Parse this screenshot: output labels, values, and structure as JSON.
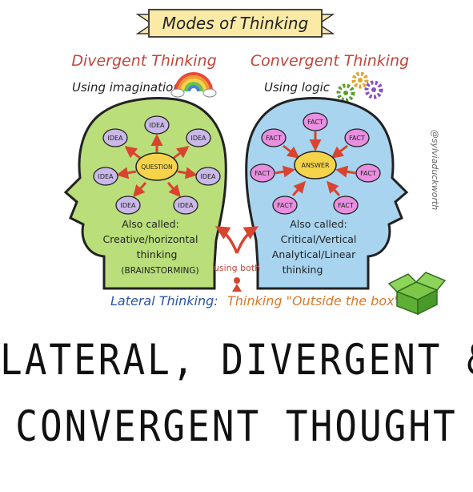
{
  "banner": {
    "title": "Modes of Thinking"
  },
  "divergent": {
    "title": "Divergent Thinking",
    "subtitle": "Using imagination",
    "center": "QUESTION",
    "node_label": "IDEA",
    "also_called": "Also called:",
    "desc_lines": [
      "Creative/horizontal",
      "thinking",
      "(BRAINSTORMING)"
    ],
    "head_color": "#b9de7a"
  },
  "convergent": {
    "title": "Convergent Thinking",
    "subtitle": "Using logic",
    "center": "ANSWER",
    "node_label": "FACT",
    "also_called": "Also called:",
    "desc_lines": [
      "Critical/Vertical",
      "Analytical/Linear",
      "thinking"
    ],
    "head_color": "#a8d4ef"
  },
  "using_both": "using both",
  "lateral": {
    "label": "Lateral Thinking:",
    "text": "Thinking \"Outside the box\""
  },
  "credit": "@sylviaduckworth",
  "caption": {
    "line1": "LATERAL, DIVERGENT &",
    "line2": "CONVERGENT THOUGHT"
  },
  "colors": {
    "title_red": "#c2453a",
    "lateral_blue": "#2d55a8",
    "lateral_orange": "#d8792a",
    "arrow_red": "#d9442f",
    "node_purple": "#c9b8e8",
    "fact_pink": "#e88fe0",
    "center_yellow": "#f6d44a",
    "banner_yellow": "#fbe9a6"
  },
  "icons": [
    "rainbow-icon",
    "gears-icon",
    "open-box-icon",
    "person-icon"
  ]
}
